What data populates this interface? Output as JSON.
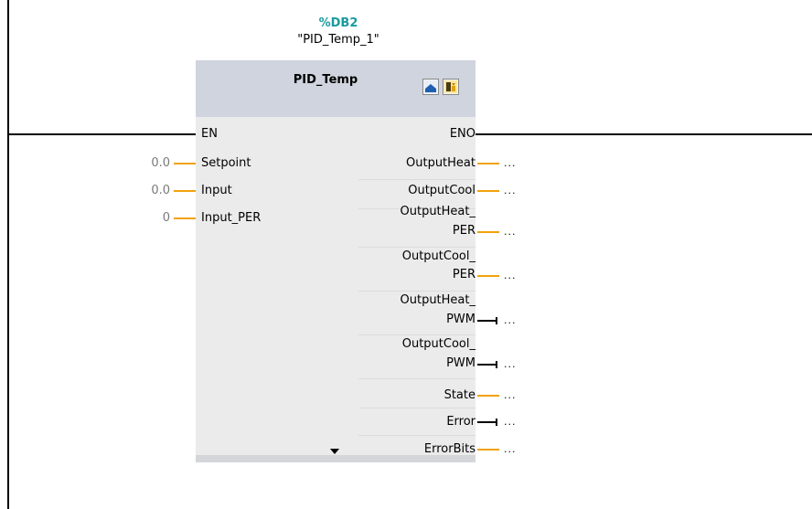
{
  "instance": {
    "db_number": "%DB2",
    "db_name": "\"PID_Temp_1\""
  },
  "block": {
    "type_name": "PID_Temp",
    "icon_1": "block-pin-icon",
    "icon_2": "commissioning-icon"
  },
  "inputs": [
    {
      "name": "EN",
      "value": ""
    },
    {
      "name": "Setpoint",
      "value": "0.0"
    },
    {
      "name": "Input",
      "value": "0.0"
    },
    {
      "name": "Input_PER",
      "value": "0"
    }
  ],
  "outputs": [
    {
      "name": "ENO",
      "value": ""
    },
    {
      "name": "OutputHeat",
      "value": "..."
    },
    {
      "name": "OutputCool",
      "value": "..."
    },
    {
      "name_line1": "OutputHeat_",
      "name_line2": "PER",
      "value": "..."
    },
    {
      "name_line1": "OutputCool_",
      "name_line2": "PER",
      "value": "..."
    },
    {
      "name_line1": "OutputHeat_",
      "name_line2": "PWM",
      "value": "..."
    },
    {
      "name_line1": "OutputCool_",
      "name_line2": "PWM",
      "value": "..."
    },
    {
      "name": "State",
      "value": "..."
    },
    {
      "name": "Error",
      "value": "..."
    },
    {
      "name": "ErrorBits",
      "value": "..."
    }
  ],
  "colors": {
    "analog_wire": "#f2a20c",
    "bool_wire": "#000000",
    "db_label": "#1a9a9e",
    "block_header": "#cfd4de",
    "block_body": "#ebebeb"
  }
}
